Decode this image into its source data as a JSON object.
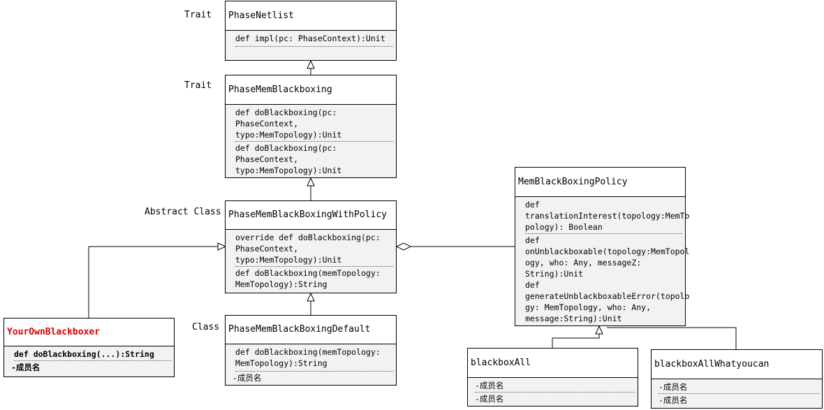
{
  "diagram": {
    "nodes": {
      "phase_netlist": {
        "stereotype": "Trait",
        "name": "PhaseNetlist",
        "sections": [
          "def impl(pc: PhaseContext):Unit",
          ""
        ]
      },
      "phase_mem_blackboxing": {
        "stereotype": "Trait",
        "name": "PhaseMemBlackboxing",
        "sections": [
          "def doBlackboxing(pc:\nPhaseContext,\ntypo:MemTopology):Unit",
          "def doBlackboxing(pc:\nPhaseContext,\ntypo:MemTopology):Unit"
        ]
      },
      "phase_mem_blackboxing_with_policy": {
        "stereotype": "Abstract Class",
        "name": "PhaseMemBlackBoxingWithPolicy",
        "sections": [
          "override def doBlackboxing(pc:\nPhaseContext,\ntypo:MemTopology):Unit",
          "def doBlackboxing(memTopology:\nMemTopology):String"
        ]
      },
      "phase_mem_blackboxing_default": {
        "stereotype": "Class",
        "name": "PhaseMemBlackBoxingDefault",
        "sections": [
          "def doBlackboxing(memTopology:\nMemTopology):String"
        ],
        "attributes": [
          "-成员名"
        ]
      },
      "your_own_blackboxer": {
        "name": "YourOwnBlackboxer",
        "name_color": "#e00000",
        "sections": [
          "def doBlackboxing(...):String"
        ],
        "attributes": [
          "-成员名"
        ]
      },
      "mem_blackboxing_policy": {
        "name": "MemBlackBoxingPolicy",
        "sections": [
          "def\ntranslationInterest(topology:MemTo\npology): Boolean",
          "def\nonUnblackboxable(topology:MemTopol\nogy, who: Any, messageZ:\nString):Unit\ndef\ngenerateUnblackboxableError(topolo\ngy: MemTopology, who: Any,\nmessage:String):Unit"
        ]
      },
      "blackbox_all": {
        "name": "blackboxAll",
        "attributes": [
          "-成员名",
          "-成员名"
        ]
      },
      "blackbox_all_whatyoucan": {
        "name": "blackboxAllWhatyoucan",
        "attributes": [
          "-成员名",
          "-成员名"
        ]
      }
    }
  }
}
